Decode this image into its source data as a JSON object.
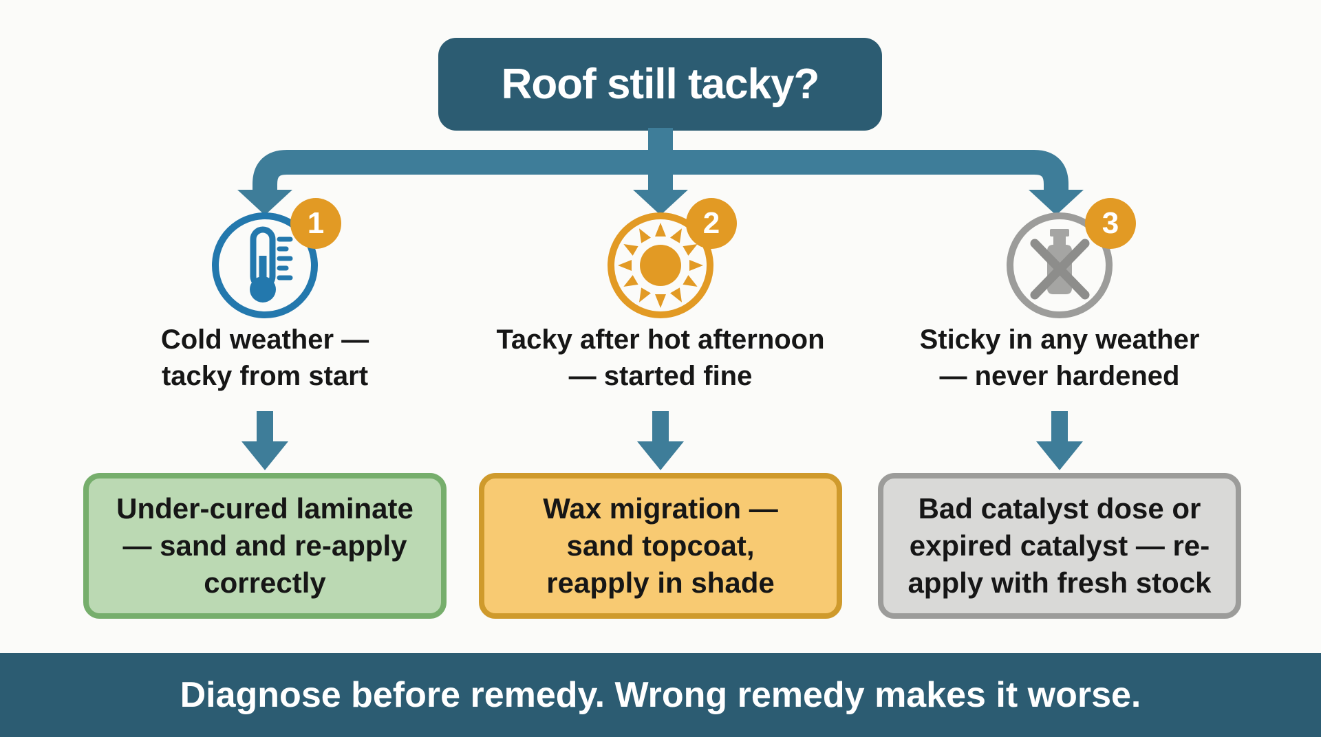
{
  "title": "Roof still tacky?",
  "footer": "Diagnose before remedy. Wrong remedy makes it worse.",
  "colors": {
    "header_footer_teal": "#2c5c72",
    "connector_teal": "#3e7d99",
    "thermometer_blue": "#2378ad",
    "sun_orange": "#e29a24",
    "badge_orange": "#e29a24",
    "catalyst_gray": "#9c9c9a",
    "result_green_fill": "#bbd9b3",
    "result_green_border": "#76ae6c",
    "result_amber_fill": "#f8ca72",
    "result_amber_border": "#cf9a2c",
    "result_gray_fill": "#d9d9d7",
    "result_gray_border": "#9c9c9a"
  },
  "branches": [
    {
      "number": "1",
      "icon": "thermometer-icon",
      "caption": "Cold weather —\ntacky from start",
      "result": "Under-cured laminate\n— sand and re-apply\ncorrectly"
    },
    {
      "number": "2",
      "icon": "sun-icon",
      "caption": "Tacky after hot afternoon\n— started fine",
      "result": "Wax migration —\nsand topcoat,\nreapply in shade"
    },
    {
      "number": "3",
      "icon": "no-catalyst-icon",
      "caption": "Sticky in any weather\n— never hardened",
      "result": "Bad catalyst dose or\nexpired catalyst — re-\napply with fresh stock"
    }
  ]
}
